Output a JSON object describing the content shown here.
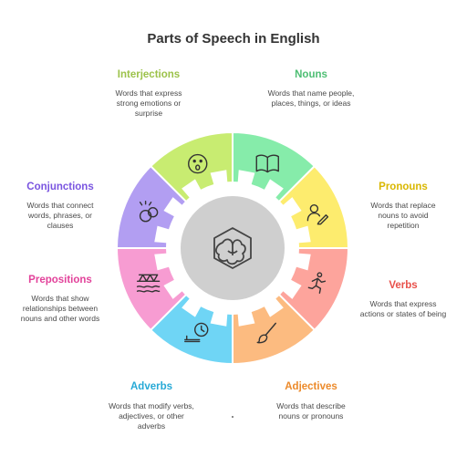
{
  "title": "Parts of Speech in English",
  "parts": [
    {
      "name": "Interjections",
      "desc": [
        "Words that express",
        "strong emotions or",
        "surprise"
      ],
      "color": "#9cc24a",
      "fill": "#c8ec71",
      "icon": "surprised-face-icon"
    },
    {
      "name": "Nouns",
      "desc": [
        "Words that name people,",
        "places, things, or ideas"
      ],
      "color": "#4dbe73",
      "fill": "#86ecaa",
      "icon": "open-book-icon"
    },
    {
      "name": "Pronouns",
      "desc": [
        "Words that replace",
        "nouns to avoid",
        "repetition"
      ],
      "color": "#d9b700",
      "fill": "#fdec6e",
      "icon": "person-edit-icon"
    },
    {
      "name": "Verbs",
      "desc": [
        "Words that express",
        "actions or states of being"
      ],
      "color": "#e8504a",
      "fill": "#fda49c",
      "icon": "running-person-icon"
    },
    {
      "name": "Adjectives",
      "desc": [
        "Words that describe",
        "nouns or pronouns"
      ],
      "color": "#ec8a2a",
      "fill": "#fcbb80",
      "icon": "paintbrush-icon"
    },
    {
      "name": "Adverbs",
      "desc": [
        "Words that modify verbs,",
        "adjectives, or other",
        "adverbs"
      ],
      "color": "#26a9d6",
      "fill": "#6fd5f5",
      "icon": "clock-icon"
    },
    {
      "name": "Prepositions",
      "desc": [
        "Words that show",
        "relationships between",
        "nouns and other words"
      ],
      "color": "#e2429a",
      "fill": "#f79cd2",
      "icon": "bridge-icon"
    },
    {
      "name": "Conjunctions",
      "desc": [
        "Words that connect",
        "words, phrases, or",
        "clauses"
      ],
      "color": "#7a55e0",
      "fill": "#b29ef2",
      "icon": "linked-rings-icon"
    }
  ],
  "center_icon": "brain-logo-icon"
}
